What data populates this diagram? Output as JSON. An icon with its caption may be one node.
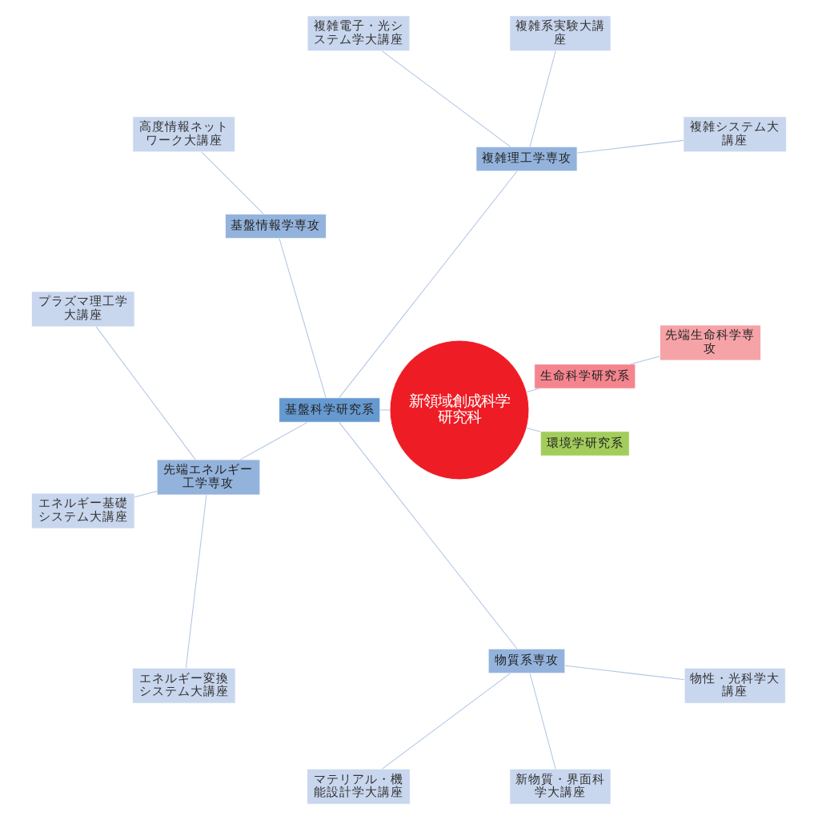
{
  "diagram": {
    "nodes": [
      {
        "text": [
          "新領域創成科学研究科"
        ]
      },
      {
        "text": [
          "生命科学研究系"
        ]
      },
      {
        "text": [
          "基盤科学研究系"
        ]
      },
      {
        "text": [
          "環境学研究系"
        ]
      },
      {
        "text": [
          "先端生命科学専攻"
        ]
      },
      {
        "text": [
          "複雑理工学専攻"
        ]
      },
      {
        "text": [
          "基盤情報学専攻"
        ]
      },
      {
        "text": [
          "先端エネルギー工学専攻"
        ]
      },
      {
        "text": [
          "物質系専攻"
        ]
      },
      {
        "text": [
          "複雑システム大講座"
        ]
      },
      {
        "text": [
          "複雑系実験大講座"
        ]
      },
      {
        "text": [
          "複雑電子・光システム学大講座"
        ]
      },
      {
        "text": [
          "高度情報ネットワーク大講座"
        ]
      },
      {
        "text": [
          "プラズマ理工学大講座"
        ]
      },
      {
        "text": [
          "エネルギー基礎システム大講座"
        ]
      },
      {
        "text": [
          "エネルギー変換システム大講座"
        ]
      },
      {
        "text": [
          "マテリアル・機能設計学大講座"
        ]
      },
      {
        "text": [
          "新物質・界面科学大講座"
        ]
      },
      {
        "text": [
          "物性・光科学大講座"
        ]
      }
    ],
    "edges": [
      {
        "from": 0,
        "to": 1,
        "arrow": "none"
      },
      {
        "from": 0,
        "to": 2,
        "arrow": "none"
      },
      {
        "from": 0,
        "to": 3,
        "arrow": "none"
      },
      {
        "from": 1,
        "to": 4,
        "arrow": "none"
      },
      {
        "from": 2,
        "to": 5,
        "arrow": "none"
      },
      {
        "from": 2,
        "to": 6,
        "arrow": "none"
      },
      {
        "from": 2,
        "to": 7,
        "arrow": "none"
      },
      {
        "from": 2,
        "to": 8,
        "arrow": "none"
      },
      {
        "from": 5,
        "to": 9,
        "arrow": "none"
      },
      {
        "from": 5,
        "to": 10,
        "arrow": "none"
      },
      {
        "from": 5,
        "to": 11,
        "arrow": "none"
      },
      {
        "from": 6,
        "to": 12,
        "arrow": "none"
      },
      {
        "from": 7,
        "to": 13,
        "arrow": "none"
      },
      {
        "from": 7,
        "to": 14,
        "arrow": "none"
      },
      {
        "from": 7,
        "to": 15,
        "arrow": "none"
      },
      {
        "from": 8,
        "to": 16,
        "arrow": "none"
      },
      {
        "from": 8,
        "to": 17,
        "arrow": "none"
      },
      {
        "from": 8,
        "to": 18,
        "arrow": "none"
      }
    ]
  }
}
